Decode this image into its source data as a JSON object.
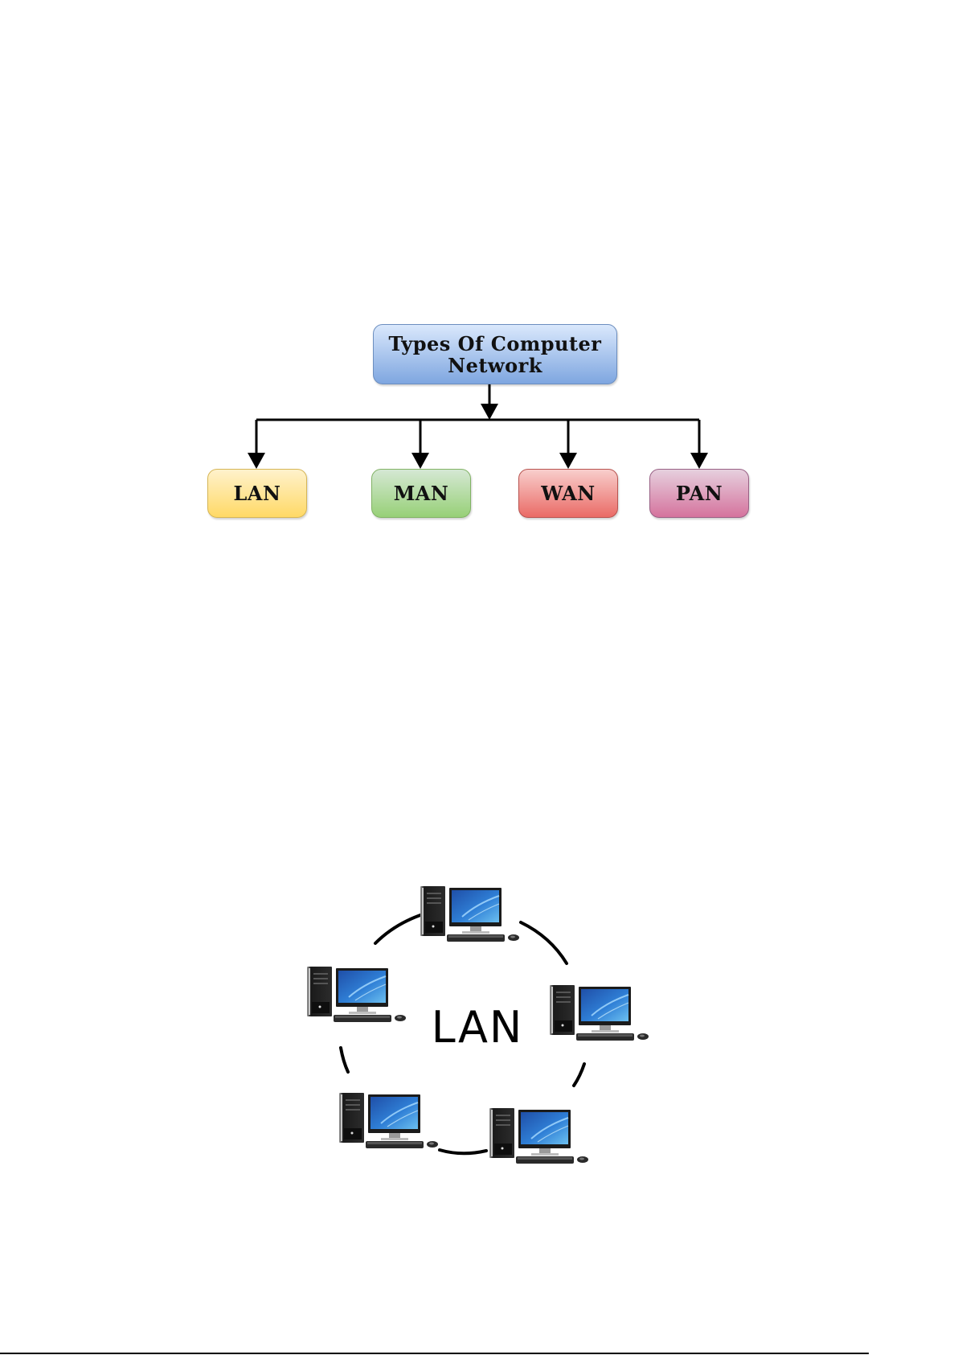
{
  "tree": {
    "root": {
      "label_line1": "Types Of Computer",
      "label_line2": "Network",
      "color": "#7ea6e0"
    },
    "children": [
      {
        "label": "LAN",
        "color": "#ffd966"
      },
      {
        "label": "MAN",
        "color": "#97d077"
      },
      {
        "label": "WAN",
        "color": "#ea6b66"
      },
      {
        "label": "PAN",
        "color": "#d5739d"
      }
    ]
  },
  "lan_diagram": {
    "label": "LAN",
    "topology": "ring",
    "node_icon": "desktop-computer-icon",
    "node_count": 5
  }
}
